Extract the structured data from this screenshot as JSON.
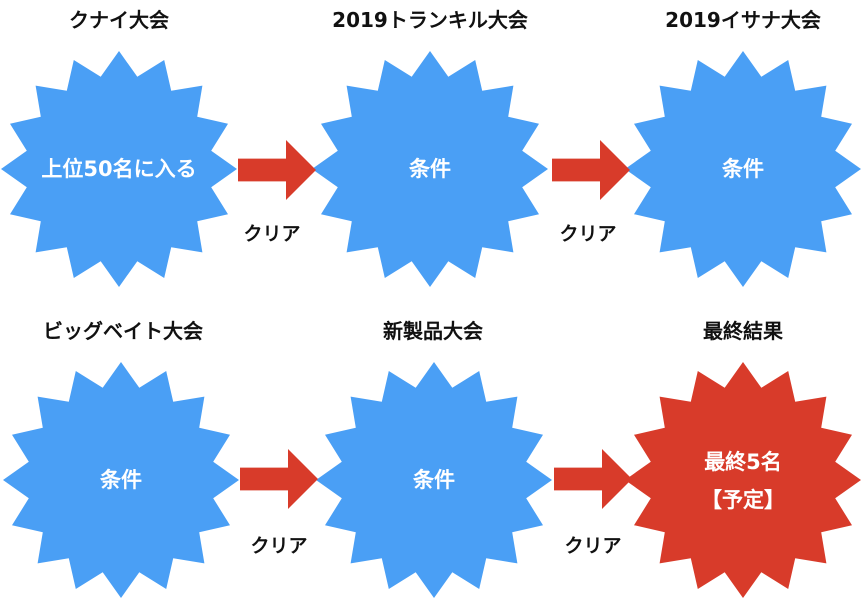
{
  "colors": {
    "star_blue": "#4a9ff5",
    "star_red": "#d83b2a",
    "arrow": "#d83b2a",
    "text_dark": "#111111",
    "text_light": "#ffffff"
  },
  "stages": [
    {
      "title": "クナイ大会",
      "lines": [
        "上位50名に入る"
      ],
      "color": "blue"
    },
    {
      "title": "2019トランキル大会",
      "lines": [
        "条件"
      ],
      "color": "blue"
    },
    {
      "title": "2019イサナ大会",
      "lines": [
        "条件"
      ],
      "color": "blue"
    },
    {
      "title": "ビッグベイト大会",
      "lines": [
        "条件"
      ],
      "color": "blue"
    },
    {
      "title": "新製品大会",
      "lines": [
        "条件"
      ],
      "color": "blue"
    },
    {
      "title": "最終結果",
      "lines": [
        "最終5名",
        "【予定】"
      ],
      "color": "red"
    }
  ],
  "arrows": [
    {
      "label": "クリア"
    },
    {
      "label": "クリア"
    },
    {
      "label": "クリア"
    },
    {
      "label": "クリア"
    }
  ]
}
